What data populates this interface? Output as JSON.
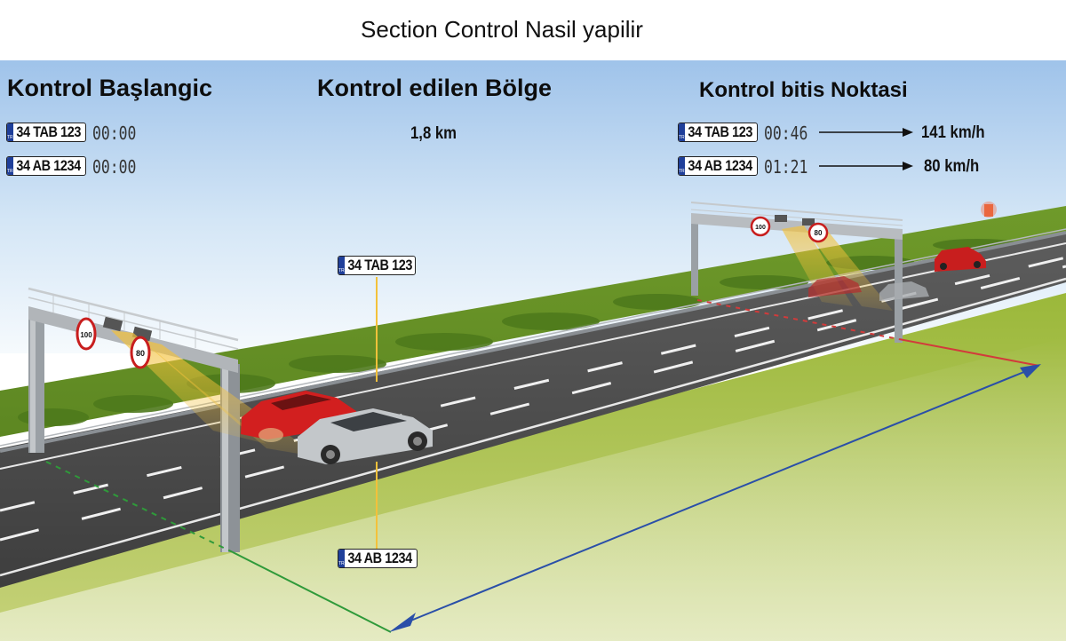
{
  "title": "Section Control Nasil yapilir",
  "headers": {
    "start": "Kontrol Başlangic",
    "zone": "Kontrol edilen Bölge",
    "end": "Kontrol bitis Noktasi"
  },
  "plate_country": "TR",
  "start_entries": [
    {
      "plate": "34 TAB 123",
      "time": "00:00"
    },
    {
      "plate": "34 AB 1234",
      "time": "00:00"
    }
  ],
  "zone_distance": "1,8 km",
  "end_entries": [
    {
      "plate": "34 TAB 123",
      "time": "00:46",
      "speed": "141 km/h"
    },
    {
      "plate": "34 AB 1234",
      "time": "01:21",
      "speed": "80 km/h"
    }
  ],
  "road_plates": {
    "red_car": "34 TAB 123",
    "silver_car": "34 AB 1234"
  },
  "signs": {
    "limit_left": "100",
    "limit_right": "80"
  },
  "colors": {
    "plate_band": "#1f3f9a",
    "arrow_blue": "#2a4fa8",
    "line_green": "#2f9a3a",
    "line_red": "#d23b3b",
    "beam_yellow": "#f3c13a",
    "red_car": "#d21f1f",
    "silver_car": "#bfc3c6"
  }
}
